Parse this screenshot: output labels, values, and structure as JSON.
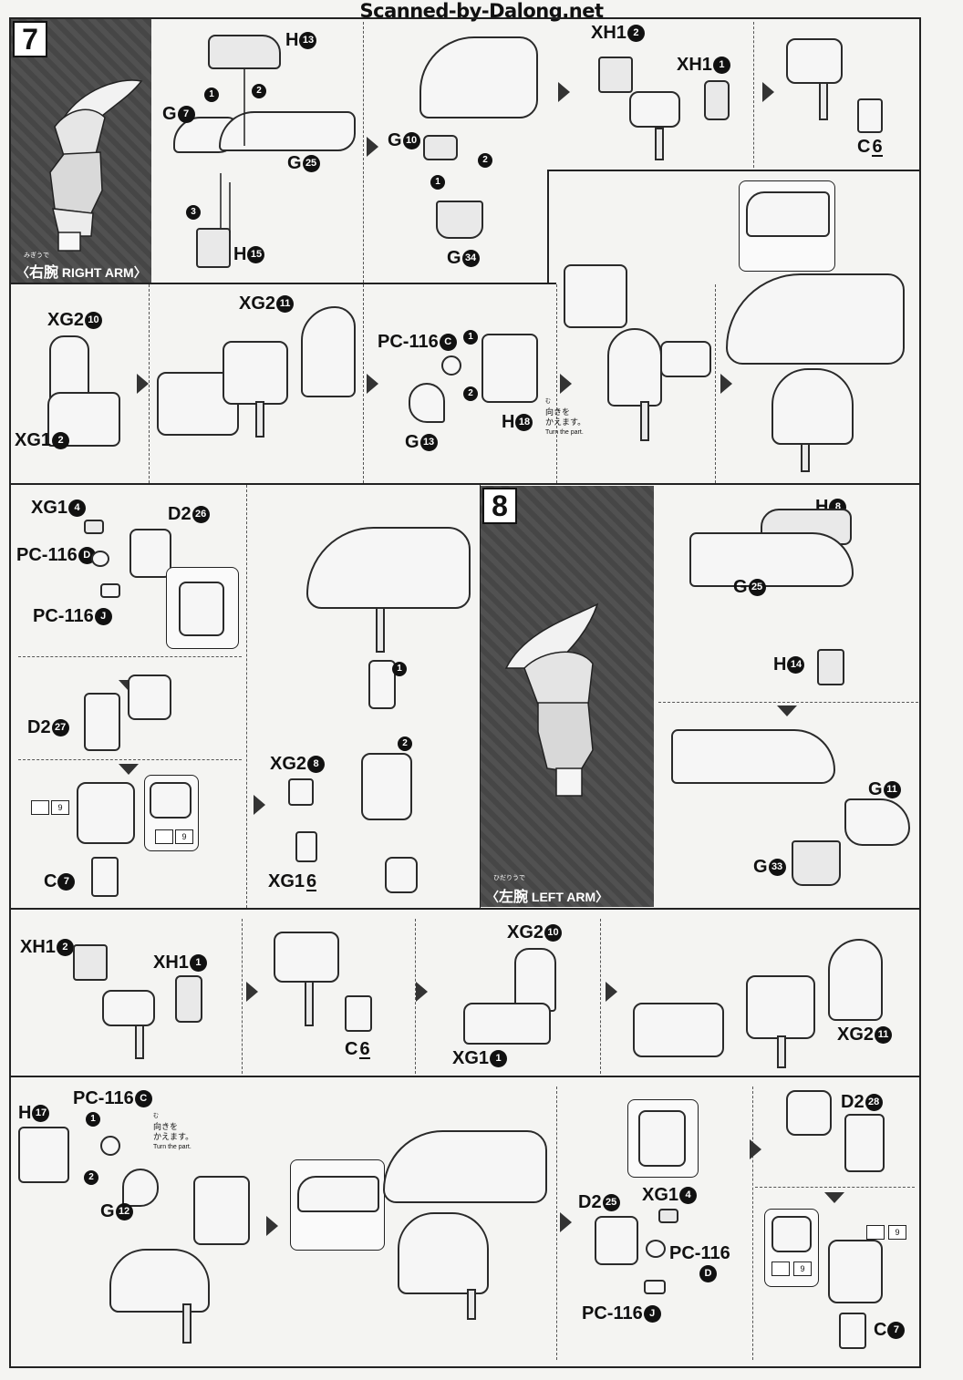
{
  "header": {
    "watermark": "Scanned-by-Dalong.net"
  },
  "steps": {
    "step7": {
      "number": "7",
      "furigana": "みぎうで",
      "kanji": "右腕",
      "label": "RIGHT ARM"
    },
    "step8": {
      "number": "8",
      "furigana": "ひだりうで",
      "kanji": "左腕",
      "label": "LEFT ARM"
    }
  },
  "notes": {
    "turn_furigana": "む",
    "turn_jp_1": "向きを",
    "turn_jp_2": "かえます。",
    "turn_en": "Turn the part."
  },
  "sticker": {
    "tag_number": "9"
  },
  "labels": {
    "a1_h": "H",
    "a1_h_num": "13",
    "a1_g7": "G",
    "a1_g7_num": "7",
    "a1_g25": "G",
    "a1_g25_num": "25",
    "a1_h15": "H",
    "a1_h15_num": "15",
    "a2_g10": "G",
    "a2_g10_num": "10",
    "a2_g34": "G",
    "a2_g34_num": "34",
    "a3_xh12": "XH1",
    "a3_xh12_num": "2",
    "a3_xh11": "XH1",
    "a3_xh11_num": "1",
    "a4_c6": "C",
    "a4_c6_num": "6",
    "b1_xg210": "XG2",
    "b1_xg210_num": "10",
    "b1_xg12": "XG1",
    "b1_xg12_num": "2",
    "b2_xg211": "XG2",
    "b2_xg211_num": "11",
    "b3_pc116c": "PC-116",
    "b3_pc116c_letter": "C",
    "b3_h18": "H",
    "b3_h18_num": "18",
    "b3_g13": "G",
    "b3_g13_num": "13",
    "c1_xg14": "XG1",
    "c1_xg14_num": "4",
    "c1_d226": "D2",
    "c1_d226_num": "26",
    "c1_pc116d": "PC-116",
    "c1_pc116d_letter": "D",
    "c1_pc116j": "PC-116",
    "c1_pc116j_letter": "J",
    "c1_d227": "D2",
    "c1_d227_num": "27",
    "c1_c7": "C",
    "c1_c7_num": "7",
    "c2_xg28": "XG2",
    "c2_xg28_num": "8",
    "c2_xg16": "XG1",
    "c2_xg16_num": "6",
    "d1_h8": "H",
    "d1_h8_num": "8",
    "d1_g25": "G",
    "d1_g25_num": "25",
    "d1_h14": "H",
    "d1_h14_num": "14",
    "d1_g11": "G",
    "d1_g11_num": "11",
    "d1_g33": "G",
    "d1_g33_num": "33",
    "e1_xh12": "XH1",
    "e1_xh12_num": "2",
    "e1_xh11": "XH1",
    "e1_xh11_num": "1",
    "e2_c6": "C",
    "e2_c6_num": "6",
    "e3_xg210": "XG2",
    "e3_xg210_num": "10",
    "e3_xg11": "XG1",
    "e3_xg11_num": "1",
    "e4_xg211": "XG2",
    "e4_xg211_num": "11",
    "f1_h17": "H",
    "f1_h17_num": "17",
    "f1_pc116c": "PC-116",
    "f1_pc116c_letter": "C",
    "f1_g12": "G",
    "f1_g12_num": "12",
    "f3_d225": "D2",
    "f3_d225_num": "25",
    "f3_xg14": "XG1",
    "f3_xg14_num": "4",
    "f3_pc116d": "PC-116",
    "f3_pc116d_letter": "D",
    "f3_pc116j": "PC-116",
    "f3_pc116j_letter": "J",
    "f4_d228": "D2",
    "f4_d228_num": "28",
    "f4_c7": "C",
    "f4_c7_num": "7"
  },
  "order_marks": [
    "1",
    "2",
    "3"
  ],
  "icons": [
    "step-arrow-icon",
    "down-arrow-icon",
    "sticker-icon"
  ]
}
